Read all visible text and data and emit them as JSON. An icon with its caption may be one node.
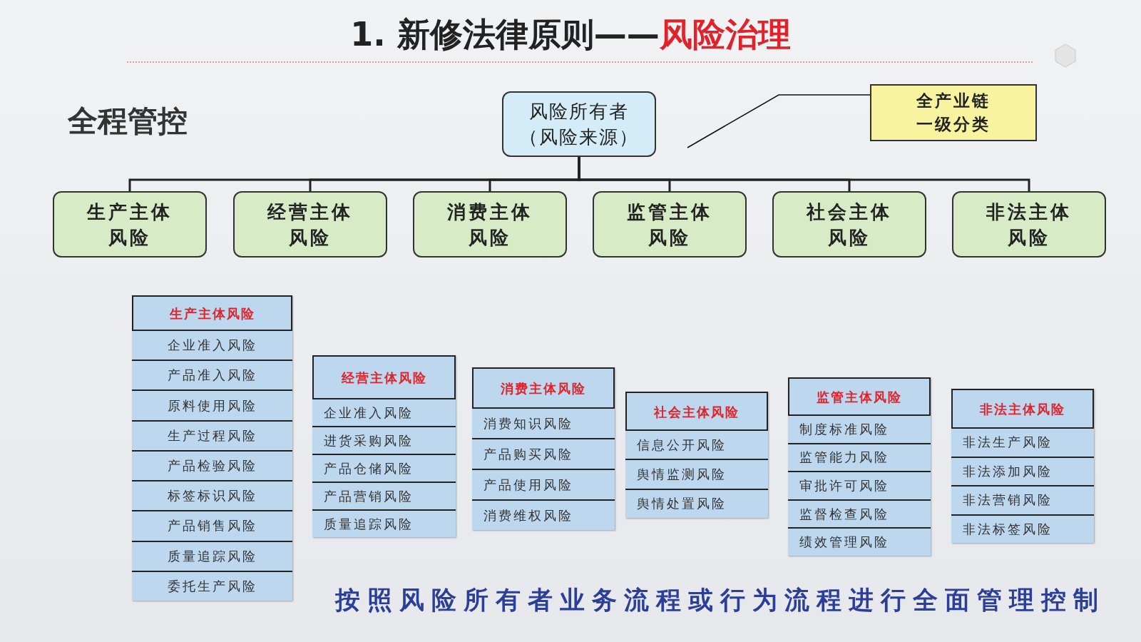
{
  "diagram": {
    "title": "1. 新修法律原则——",
    "caption": "按照风险所有者业务流程或行为流程进行全面管理控制",
    "labels": [
      "风险治理",
      "全程管控"
    ],
    "nodes": [
      {
        "text": [
          "风险所有者（风险来源）"
        ]
      },
      {
        "text": [
          "全产业链一级分类"
        ]
      },
      {
        "text": [
          "生产主体风险"
        ]
      },
      {
        "text": [
          "经营主体风险"
        ]
      },
      {
        "text": [
          "消费主体风险"
        ]
      },
      {
        "text": [
          "监管主体风险"
        ]
      },
      {
        "text": [
          "社会主体风险"
        ]
      },
      {
        "text": [
          "非法主体风险"
        ]
      },
      {
        "text": [
          "生产主体风险"
        ]
      },
      {
        "text": [
          "企业准入风险"
        ],
        "in": 8
      },
      {
        "text": [
          "产品准入风险"
        ],
        "in": 8
      },
      {
        "text": [
          "原料使用风险"
        ],
        "in": 8
      },
      {
        "text": [
          "生产过程风险"
        ],
        "in": 8
      },
      {
        "text": [
          "产品检验风险"
        ],
        "in": 8
      },
      {
        "text": [
          "标签标识风险"
        ],
        "in": 8
      },
      {
        "text": [
          "产品销售风险"
        ],
        "in": 8
      },
      {
        "text": [
          "质量追踪风险"
        ],
        "in": 8
      },
      {
        "text": [
          "委托生产风险"
        ],
        "in": 8
      },
      {
        "text": [
          "经营主体风险"
        ]
      },
      {
        "text": [
          "企业准入风险"
        ],
        "in": 18
      },
      {
        "text": [
          "进货采购风险"
        ],
        "in": 18
      },
      {
        "text": [
          "产品仓储风险"
        ],
        "in": 18
      },
      {
        "text": [
          "产品营销风险"
        ],
        "in": 18
      },
      {
        "text": [
          "质量追踪风险"
        ],
        "in": 18
      },
      {
        "text": [
          "消费主体风险"
        ]
      },
      {
        "text": [
          "消费知识风险"
        ],
        "in": 24
      },
      {
        "text": [
          "产品购买风险"
        ],
        "in": 24
      },
      {
        "text": [
          "产品使用风险"
        ],
        "in": 24
      },
      {
        "text": [
          "消费维权风险"
        ],
        "in": 24
      },
      {
        "text": [
          "社会主体风险"
        ]
      },
      {
        "text": [
          "信息公开风险"
        ],
        "in": 29
      },
      {
        "text": [
          "舆情监测风险"
        ],
        "in": 29
      },
      {
        "text": [
          "舆情处置风险"
        ],
        "in": 29
      },
      {
        "text": [
          "监管主体风险"
        ]
      },
      {
        "text": [
          "制度标准风险"
        ],
        "in": 33
      },
      {
        "text": [
          "监管能力风险"
        ],
        "in": 33
      },
      {
        "text": [
          "审批许可风险"
        ],
        "in": 33
      },
      {
        "text": [
          "监督检查风险"
        ],
        "in": 33
      },
      {
        "text": [
          "绩效管理风险"
        ],
        "in": 33
      },
      {
        "text": [
          "非法主体风险"
        ]
      },
      {
        "text": [
          "非法生产风险"
        ],
        "in": 39
      },
      {
        "text": [
          "非法添加风险"
        ],
        "in": 39
      },
      {
        "text": [
          "非法营销风险"
        ],
        "in": 39
      },
      {
        "text": [
          "非法标签风险"
        ],
        "in": 39
      }
    ],
    "edges": [
      {
        "from": 0,
        "to": 2,
        "arrow": "none"
      },
      {
        "from": 0,
        "to": 3,
        "arrow": "none"
      },
      {
        "from": 0,
        "to": 4,
        "arrow": "none"
      },
      {
        "from": 0,
        "to": 5,
        "arrow": "none"
      },
      {
        "from": 0,
        "to": 6,
        "arrow": "none"
      },
      {
        "from": 0,
        "to": 7,
        "arrow": "none"
      },
      {
        "from": 1,
        "to": null,
        "arrow": "none"
      }
    ]
  }
}
